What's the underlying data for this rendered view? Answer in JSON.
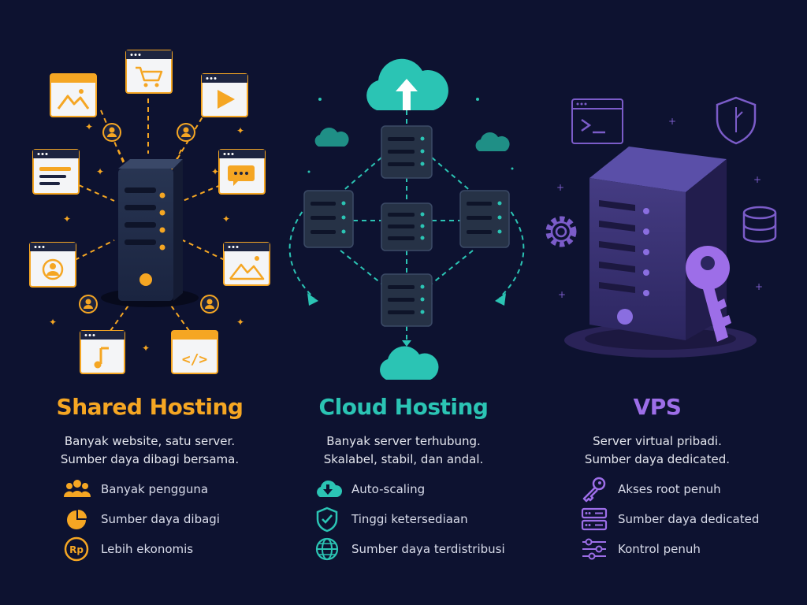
{
  "colors": {
    "background": "#0d1230",
    "shared": "#f5a623",
    "cloud": "#2bc4b4",
    "vps": "#9d6ee8"
  },
  "columns": [
    {
      "title": "Shared Hosting",
      "description": [
        "Banyak website, satu server.",
        "Sumber daya dibagi bersama."
      ],
      "features": [
        {
          "icon": "users-icon",
          "label": "Banyak pengguna"
        },
        {
          "icon": "pie-chart-icon",
          "label": "Sumber daya dibagi"
        },
        {
          "icon": "rupiah-coin-icon",
          "label": "Lebih ekonomis"
        }
      ]
    },
    {
      "title": "Cloud Hosting",
      "description": [
        "Banyak server terhubung.",
        "Skalabel, stabil, dan andal."
      ],
      "features": [
        {
          "icon": "cloud-download-icon",
          "label": "Auto-scaling"
        },
        {
          "icon": "shield-check-icon",
          "label": "Tinggi ketersediaan"
        },
        {
          "icon": "globe-icon",
          "label": "Sumber daya terdistribusi"
        }
      ]
    },
    {
      "title": "VPS",
      "description": [
        "Server virtual pribadi.",
        "Sumber daya dedicated."
      ],
      "features": [
        {
          "icon": "key-icon",
          "label": "Akses root penuh"
        },
        {
          "icon": "server-icon",
          "label": "Sumber daya dedicated"
        },
        {
          "icon": "sliders-icon",
          "label": "Kontrol penuh"
        }
      ]
    }
  ]
}
